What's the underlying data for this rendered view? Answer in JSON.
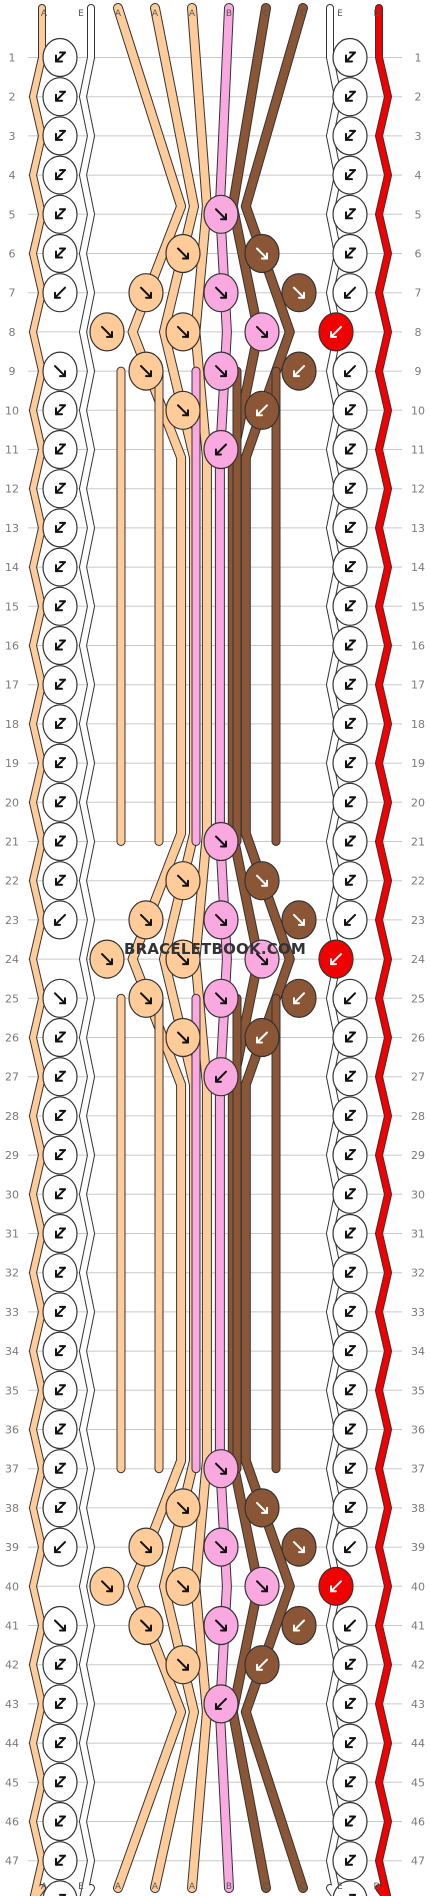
{
  "diagram": {
    "watermark": "BRACELETBOOK.COM",
    "row_count": 48,
    "string_letters": [
      "A",
      "E",
      "A",
      "A",
      "A",
      "B",
      "C",
      "C",
      "E",
      "D"
    ],
    "palette": {
      "A": "#FFCC99",
      "B": "#F9A8E0",
      "C": "#8B5636",
      "D": "#F20000",
      "E": "#FFFFFF"
    },
    "outline_color": "#333333",
    "knot_color_rule": "knot takes the colour of the string that ends up in front",
    "blocks": [
      {
        "name": "motif-1",
        "rows": [
          5,
          11
        ]
      },
      {
        "name": "motif-2",
        "rows": [
          21,
          27
        ]
      },
      {
        "name": "motif-3",
        "rows": [
          37,
          43
        ]
      }
    ]
  }
}
